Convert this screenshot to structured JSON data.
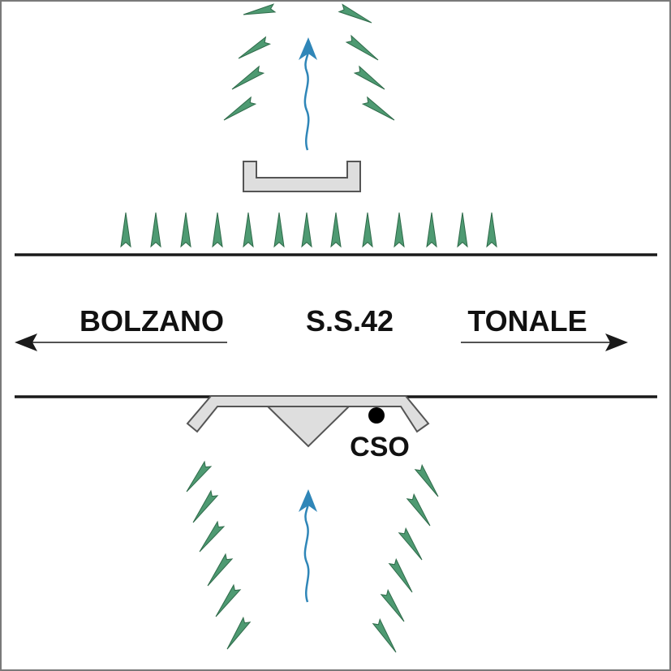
{
  "labels": {
    "left_direction": "BOLZANO",
    "road": "S.S.42",
    "right_direction": "TONALE",
    "sensor": "CSO"
  },
  "colors": {
    "background": "#ffffff",
    "frame": "#7a7a7a",
    "road_edge": "#1a1a1a",
    "structure_fill": "#dedede",
    "structure_stroke": "#555555",
    "spike": "#4e9a72",
    "spike_stroke": "#2f6b4a",
    "flow_arrow": "#2f86b8",
    "direction_arrow": "#1a1a1a",
    "sensor_dot": "#000000"
  },
  "icons": {
    "spike": "spike-icon",
    "flow": "flow-arrow-icon",
    "direction": "direction-arrow-icon",
    "sensor": "sensor-dot-icon"
  }
}
